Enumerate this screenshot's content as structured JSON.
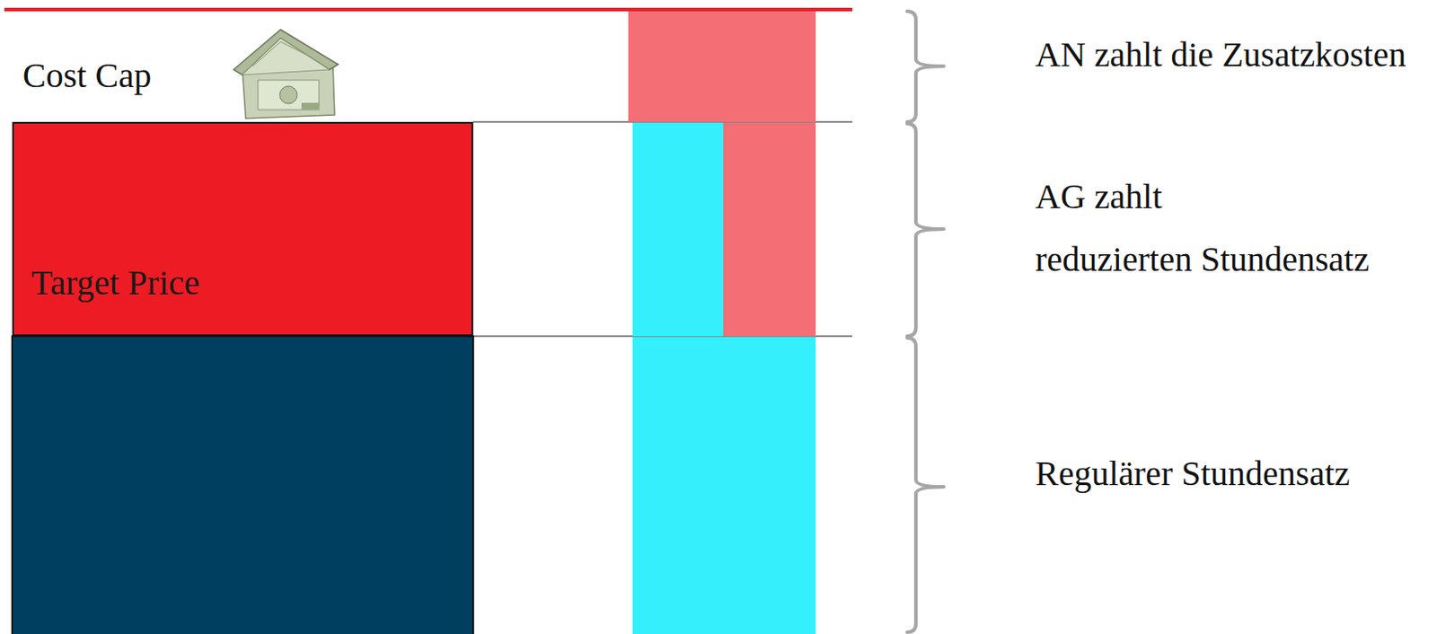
{
  "diagram": {
    "nodes": [
      {
        "text": [
          "Target Price"
        ]
      }
    ],
    "labels": [
      "Cost Cap",
      "AN zahlt die Zusatzkosten",
      "AG zahlt",
      "reduzierten Stundensatz",
      "Regulärer Stundensatz"
    ]
  }
}
